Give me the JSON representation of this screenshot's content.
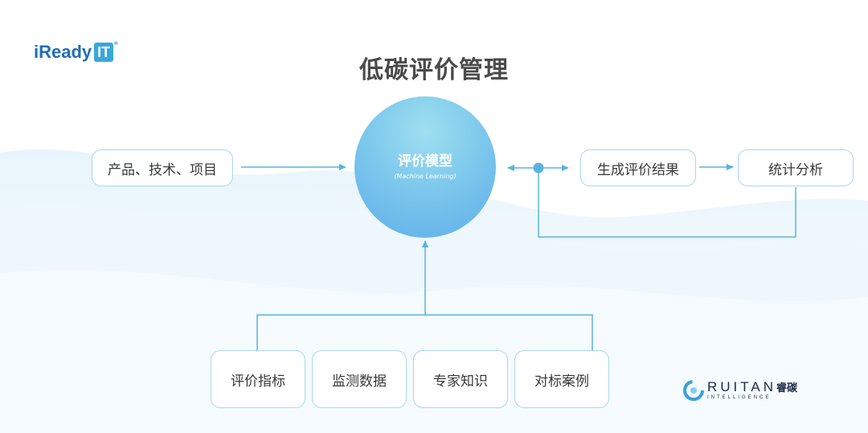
{
  "logo": {
    "text": "iReady",
    "box_text": "IT",
    "reg_mark": "®"
  },
  "title": "低碳评价管理",
  "center": {
    "title": "评价模型",
    "subtitle": "(Machine Learning)"
  },
  "input_box": "产品、技术、项目",
  "result_box": "生成评价结果",
  "analysis_box": "统计分析",
  "bottom_boxes": [
    "评价指标",
    "监测数据",
    "专家知识",
    "对标案例"
  ],
  "brand": {
    "main": "RUITAN",
    "cn": "睿碳",
    "sub": "INTELLIGENCE"
  },
  "colors": {
    "line": "#5ab3df",
    "border": "#a8d8ee",
    "circle": "#7dc8ec",
    "title": "#4a4a4a"
  }
}
